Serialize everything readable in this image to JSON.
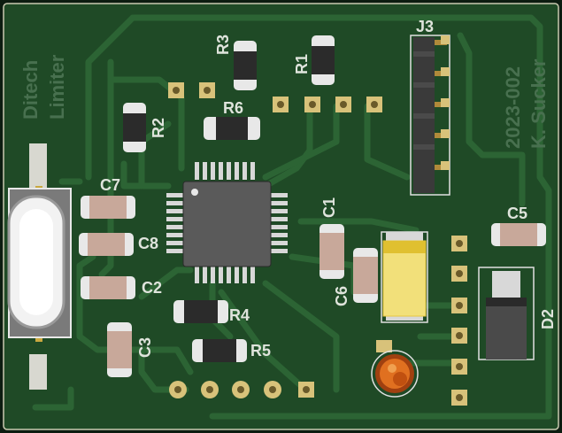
{
  "board": {
    "title_line1": "Ditech",
    "title_line2": "Limiter",
    "revision": "2023-002",
    "author": "K. Sucker",
    "colors": {
      "soldermask": "#1f4a26",
      "copper_trace": "#2a5e31",
      "silkscreen": "#dfe4dc",
      "pad_gold": "#d8c27a",
      "ic_body": "#5a5a5a",
      "capacitor_body": "#c8a89a",
      "resistor_body": "#2b2b2b",
      "led": "#e07020",
      "tantalum_body": "#f2e07a"
    }
  },
  "components": {
    "R1": "R1",
    "R2": "R2",
    "R3": "R3",
    "R4": "R4",
    "R5": "R5",
    "R6": "R6",
    "C1": "C1",
    "C2": "C2",
    "C3": "C3",
    "C5": "C5",
    "C6": "C6",
    "C7": "C7",
    "C8": "C8",
    "J3": "J3",
    "D2": "D2"
  }
}
